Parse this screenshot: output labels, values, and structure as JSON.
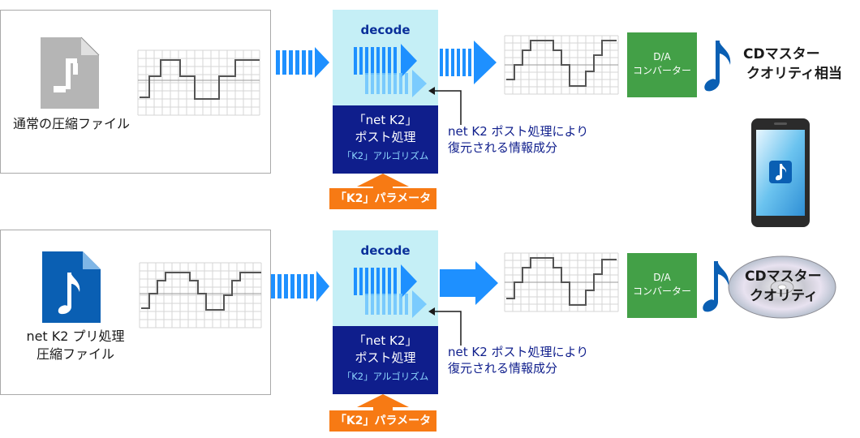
{
  "row1": {
    "file_label": "通常の圧縮ファイル",
    "decode": "decode",
    "post_line1": "「net K2」",
    "post_line2": "ポスト処理",
    "post_algo": "「K2」アルゴリズム",
    "param": "「K2」パラメータ",
    "note_line1": "net K2 ポスト処理により",
    "note_line2": "復元される情報成分",
    "da_line1": "D/A",
    "da_line2": "コンバーター",
    "quality_line1": "CDマスター",
    "quality_line2": "クオリティ相当"
  },
  "row2": {
    "file_label_line1": "net K2 プリ処理",
    "file_label_line2": "圧縮ファイル",
    "decode": "decode",
    "post_line1": "「net K2」",
    "post_line2": "ポスト処理",
    "post_algo": "「K2」アルゴリズム",
    "param": "「K2」パラメータ",
    "note_line1": "net K2 ポスト処理により",
    "note_line2": "復元される情報成分",
    "da_line1": "D/A",
    "da_line2": "コンバーター",
    "quality_line1": "CDマスター",
    "quality_line2": "クオリティ"
  },
  "icons": [
    "document-gray-icon",
    "music-note-icon",
    "document-blue-icon",
    "smartphone-icon",
    "cd-disc-icon"
  ],
  "colors": {
    "decode_bg": "#c5eff6",
    "post_bg": "#0f1e8c",
    "param_bg": "#f77a14",
    "da_bg": "#43a047",
    "arrow_blue": "#1e90ff",
    "note_blue": "#0a6fc4"
  }
}
